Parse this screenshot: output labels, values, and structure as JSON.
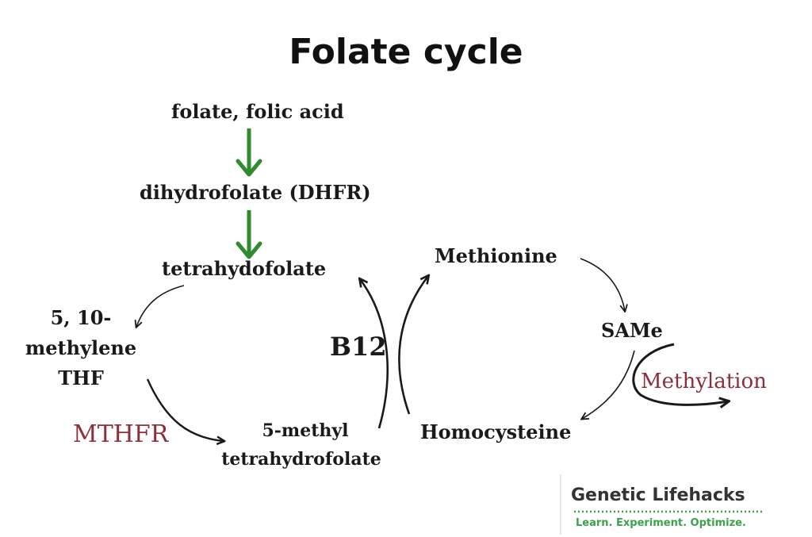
{
  "title": "Folate cycle",
  "nodes": {
    "folate": "folate, folic acid",
    "dihydrofolate": "dihydrofolate (DHFR)",
    "tetrahydrofolate": "tetrahydofolate",
    "methylene_line1": "5, 10-",
    "methylene_line2": "methylene",
    "methylene_line3": "THF",
    "methyl_thf_line1": "5-methyl",
    "methyl_thf_line2": "tetrahydrofolate",
    "methionine": "Methionine",
    "same": "SAMe",
    "homocysteine": "Homocysteine"
  },
  "labels": {
    "mthfr": "MTHFR",
    "b12": "B12",
    "methylation": "Methylation"
  },
  "logo": {
    "name": "Genetic Lifehacks",
    "tagline": "Learn. Experiment. Optimize."
  },
  "colors": {
    "green_arrow": "#2e8b2e",
    "accent_red": "#8c2f3a",
    "text": "#1a1a1a",
    "logo_green": "#3aa34a"
  }
}
